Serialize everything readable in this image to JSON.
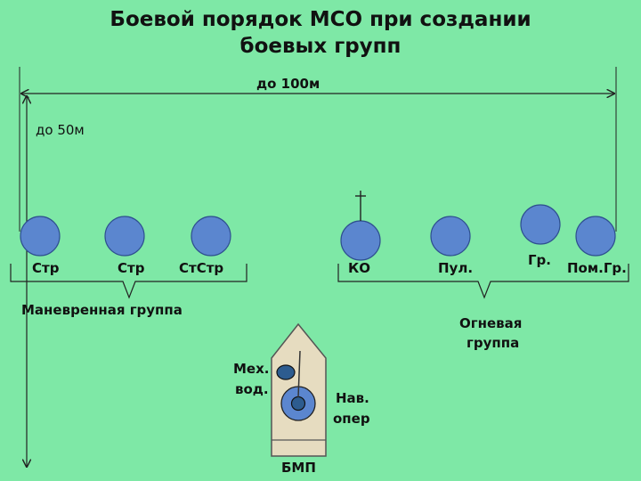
{
  "title": {
    "line1": "Боевой порядок МСО при создании",
    "line2": "боевых групп"
  },
  "dimensions": {
    "width_label": "до 100м",
    "depth_label": "до 50м"
  },
  "soldiers": [
    {
      "label": "Стр"
    },
    {
      "label": "Стр"
    },
    {
      "label": "СтСтр"
    },
    {
      "label": "КО"
    },
    {
      "label": "Пул."
    },
    {
      "label": "Гр."
    },
    {
      "label": "Пом.Гр."
    }
  ],
  "groups": {
    "maneuver": "Маневренная группа",
    "fire_line1": "Огневая",
    "fire_line2": "группа"
  },
  "vehicle": {
    "label": "БМП",
    "driver_line1": "Мех.",
    "driver_line2": "вод.",
    "gunner_line1": "Нав.",
    "gunner_line2": "опер"
  },
  "colors": {
    "background": "#7ee8a6",
    "soldier_fill": "#5b86cf",
    "vehicle_fill": "#e6dcc0"
  }
}
